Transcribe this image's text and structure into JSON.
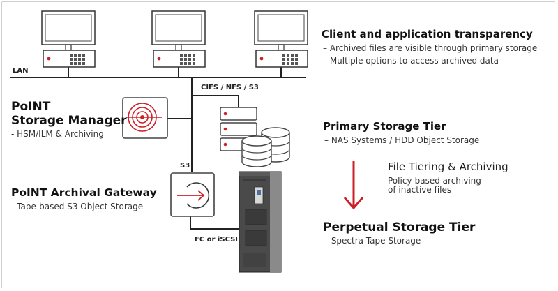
{
  "labels": {
    "lan": "LAN",
    "protocols": "CIFS / NFS / S3",
    "s3": "S3",
    "fc_iscsi": "FC or iSCSI"
  },
  "client": {
    "title": "Client and application transparency",
    "line1": "– Archived files are visible through primary storage",
    "line2": "– Multiple options to access archived data"
  },
  "storage_manager": {
    "title1": "PoINT",
    "title2": "Storage Manager",
    "sub": "- HSM/ILM & Archiving"
  },
  "archival_gateway": {
    "title": "PoINT Archival Gateway",
    "sub": "- Tape-based S3 Object Storage"
  },
  "primary_tier": {
    "title": "Primary Storage Tier",
    "sub": "– NAS Systems / HDD Object Storage"
  },
  "tiering": {
    "title": "File Tiering & Archiving",
    "line1": "Policy-based archiving",
    "line2": "of inactive files"
  },
  "perpetual_tier": {
    "title": "Perpetual Storage Tier",
    "sub": "– Spectra Tape Storage"
  },
  "colors": {
    "accent_red": "#cc2027",
    "line": "#222222",
    "tape_body": "#4a4a4a"
  },
  "icons": [
    "computer-icon",
    "target-icon",
    "gateway-arrow-icon",
    "server-rack-icon",
    "database-icon",
    "tape-library-icon",
    "down-arrow-icon"
  ]
}
